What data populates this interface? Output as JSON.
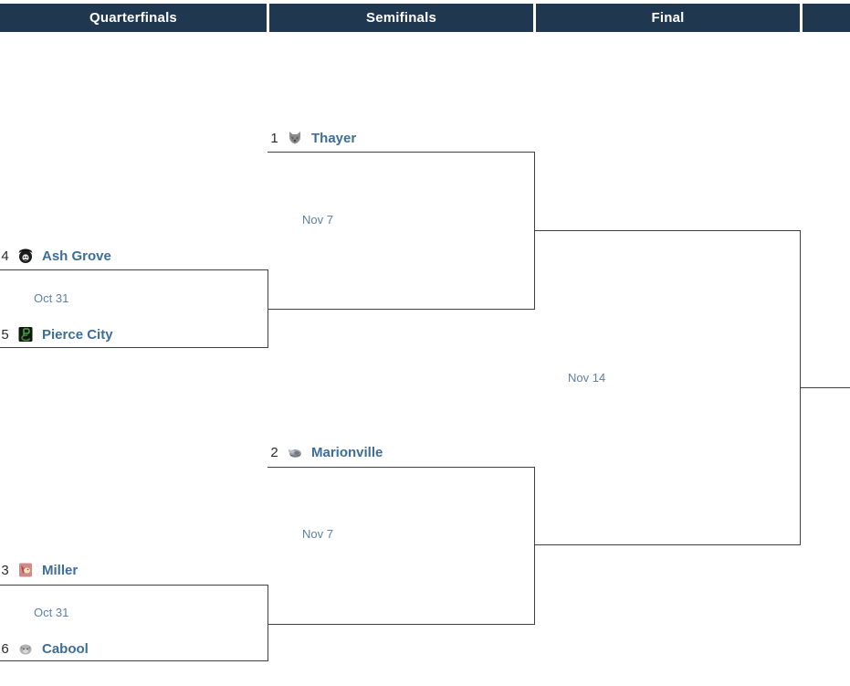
{
  "header": {
    "columns": [
      {
        "label": "Quarterfinals"
      },
      {
        "label": "Semifinals"
      },
      {
        "label": "Final"
      },
      {
        "label": ""
      }
    ]
  },
  "bracket": {
    "quarterfinals": [
      {
        "date": "Oct 31",
        "top": {
          "seed": "4",
          "name": "Ash Grove",
          "icon": "pirates-black-logo"
        },
        "bottom": {
          "seed": "5",
          "name": "Pierce City",
          "icon": "green-emblem-logo"
        }
      },
      {
        "date": "Oct 31",
        "top": {
          "seed": "3",
          "name": "Miller",
          "icon": "cardinal-red-logo"
        },
        "bottom": {
          "seed": "6",
          "name": "Cabool",
          "icon": "bulldog-gray-logo"
        }
      }
    ],
    "semifinals": [
      {
        "date": "Nov 7",
        "seeded_team": {
          "seed": "1",
          "name": "Thayer",
          "icon": "wolf-gray-logo"
        }
      },
      {
        "date": "Nov 7",
        "seeded_team": {
          "seed": "2",
          "name": "Marionville",
          "icon": "comet-silver-logo"
        }
      }
    ],
    "final": {
      "date": "Nov 14"
    }
  },
  "colors": {
    "header_background": "#1f3850",
    "header_text": "#ffffff",
    "bracket_line": "#404040",
    "team_link": "#3d6d99",
    "date_link": "#5e81a4",
    "seed_text": "#2b2b2b"
  }
}
